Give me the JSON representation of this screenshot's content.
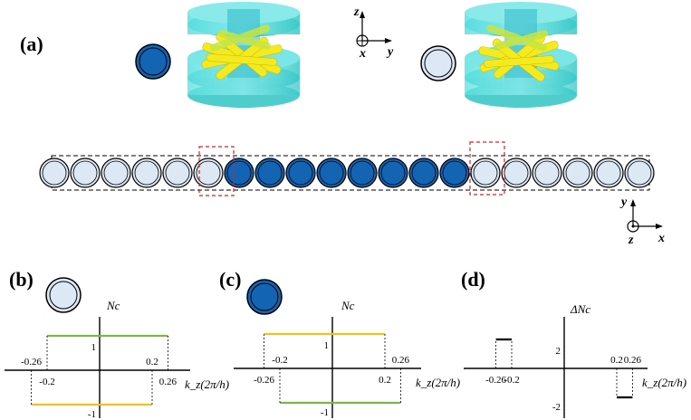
{
  "panels": {
    "a": "(a)",
    "b": "(b)",
    "c": "(c)",
    "d": "(d)"
  },
  "axes_top": {
    "z": "z",
    "x": "x",
    "y": "y"
  },
  "axes_bottom": {
    "y": "y",
    "z": "z",
    "x": "x"
  },
  "colors": {
    "dark_blue": "#1464b4",
    "light_blue": "#dce8f4",
    "cyan": "#40d8d8",
    "yellow": "#f4ea20",
    "green": "#7ab648",
    "orange": "#f4c020",
    "red_dash": "#e02020"
  },
  "chart_data": [
    {
      "type": "line",
      "panel": "b",
      "ylabel": "N_c",
      "xlabel": "k_z (2π/h)",
      "x_ticks": [
        "-0.26",
        "-0.2",
        "0.2",
        "0.26"
      ],
      "y_ticks": [
        "1",
        "-1"
      ],
      "series": [
        {
          "color": "green",
          "x": [
            -0.2,
            0.26
          ],
          "y": [
            1,
            1
          ]
        },
        {
          "color": "yellow",
          "x": [
            -0.26,
            0.2
          ],
          "y": [
            -1,
            -1
          ]
        }
      ]
    },
    {
      "type": "line",
      "panel": "c",
      "ylabel": "N_c",
      "xlabel": "k_z (2π/h)",
      "x_ticks": [
        "-0.26",
        "-0.2",
        "0.2",
        "0.26"
      ],
      "y_ticks": [
        "1",
        "-1"
      ],
      "series": [
        {
          "color": "yellow",
          "x": [
            -0.26,
            0.2
          ],
          "y": [
            1,
            1
          ]
        },
        {
          "color": "green",
          "x": [
            -0.2,
            0.26
          ],
          "y": [
            -1,
            -1
          ]
        }
      ]
    },
    {
      "type": "line",
      "panel": "d",
      "ylabel": "ΔN_c",
      "xlabel": "k_z (2π/h)",
      "x_ticks": [
        "-0.26",
        "-0.2",
        "0.2",
        "0.26"
      ],
      "y_ticks": [
        "2",
        "-2"
      ],
      "series": [
        {
          "color": "black",
          "x": [
            -0.26,
            -0.2
          ],
          "y": [
            2,
            2
          ]
        },
        {
          "color": "black",
          "x": [
            0.2,
            0.26
          ],
          "y": [
            -2,
            -2
          ]
        }
      ]
    }
  ]
}
